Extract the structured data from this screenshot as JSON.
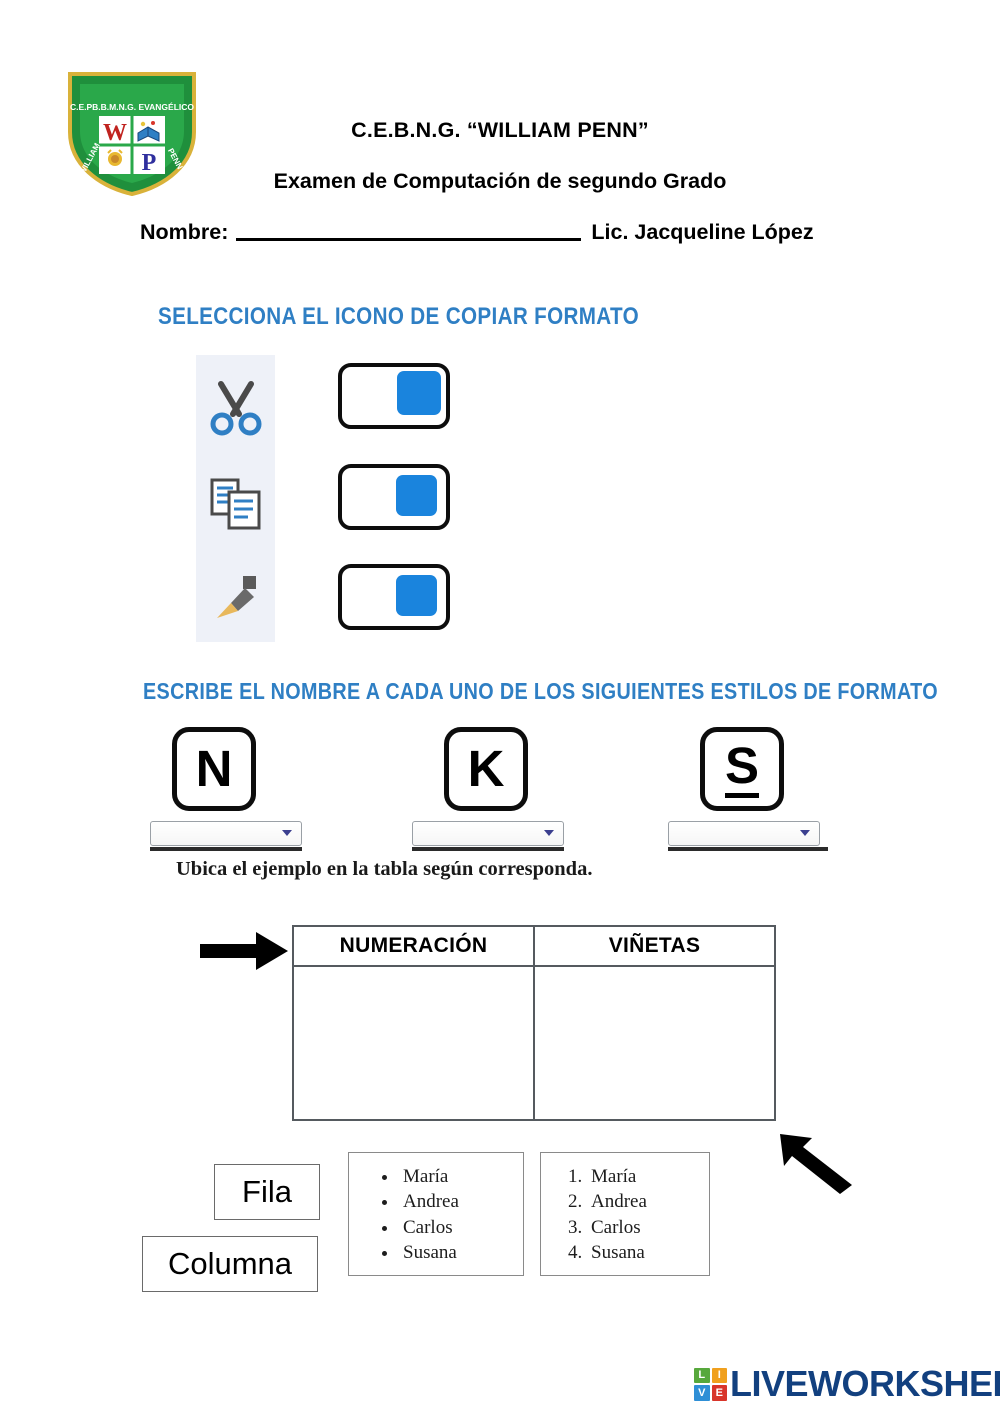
{
  "header": {
    "school_name": "C.E.B.N.G. “WILLIAM PENN”",
    "exam_name": "Examen de Computación de segundo Grado",
    "name_label": "Nombre:",
    "teacher": "Lic. Jacqueline López",
    "crest": {
      "top_text": "C.E.PB.B.M.N.G. EVANGÉLICO",
      "left_text": "WILLIAM",
      "right_text": "PENN",
      "letter_top": "W",
      "letter_bottom": "P"
    }
  },
  "section1": {
    "instruction": "SELECCIONA EL ICONO DE COPIAR FORMATO",
    "options": [
      {
        "icon": "scissors-cut-icon",
        "answer_checked": false
      },
      {
        "icon": "copy-documents-icon",
        "answer_checked": false
      },
      {
        "icon": "format-painter-brush-icon",
        "answer_checked": false
      }
    ]
  },
  "section2": {
    "instruction": "ESCRIBE EL NOMBRE A CADA UNO DE LOS SIGUIENTES ESTILOS DE FORMATO",
    "styles": [
      {
        "glyph": "N",
        "underlined": false,
        "select_value": "",
        "name": "negrita-select"
      },
      {
        "glyph": "K",
        "underlined": false,
        "select_value": "",
        "name": "cursiva-select"
      },
      {
        "glyph": "S",
        "underlined": true,
        "select_value": "",
        "name": "subrayado-select"
      }
    ]
  },
  "section3": {
    "instruction": "Ubica el ejemplo en la tabla según corresponda.",
    "table": {
      "columns": [
        "NUMERACIÓN",
        "VIÑETAS"
      ],
      "rows": [
        [
          "",
          ""
        ]
      ]
    },
    "word_labels": [
      "Fila",
      "Columna"
    ],
    "bullet_list": [
      "María",
      "Andrea",
      "Carlos",
      "Susana"
    ],
    "numbered_list": [
      "María",
      "Andrea",
      "Carlos",
      "Susana"
    ]
  },
  "footer": {
    "brand": "LIVEWORKSHEETS",
    "logo_letters": [
      "L",
      "I",
      "V",
      "E"
    ],
    "logo_colors": [
      "#57a83c",
      "#f0a01e",
      "#2f8fd6",
      "#d8352a"
    ]
  },
  "colors": {
    "instruction_blue": "#2f7fc4",
    "checkbox_blue": "#1a84dd",
    "panel_bg": "#eef1f8",
    "brand_navy": "#12407f"
  }
}
